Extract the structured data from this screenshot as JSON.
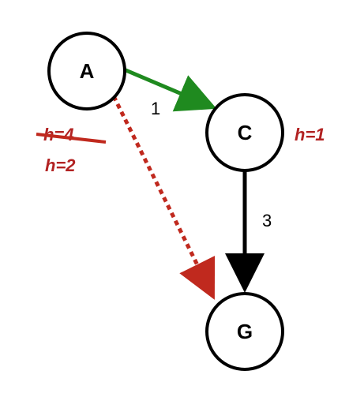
{
  "nodes": {
    "a": {
      "label": "A"
    },
    "c": {
      "label": "C"
    },
    "g": {
      "label": "G"
    }
  },
  "edges": {
    "a_c": {
      "weight": "1",
      "color": "#1f8a1f"
    },
    "c_g": {
      "weight": "3",
      "color": "#000000"
    },
    "a_g": {
      "color": "#c0291e",
      "style": "dotted"
    }
  },
  "heuristics": {
    "a_old": "h=4",
    "a_new": "h=2",
    "c": "h=1",
    "color": "#b22222",
    "strike_color": "#c0291e"
  }
}
